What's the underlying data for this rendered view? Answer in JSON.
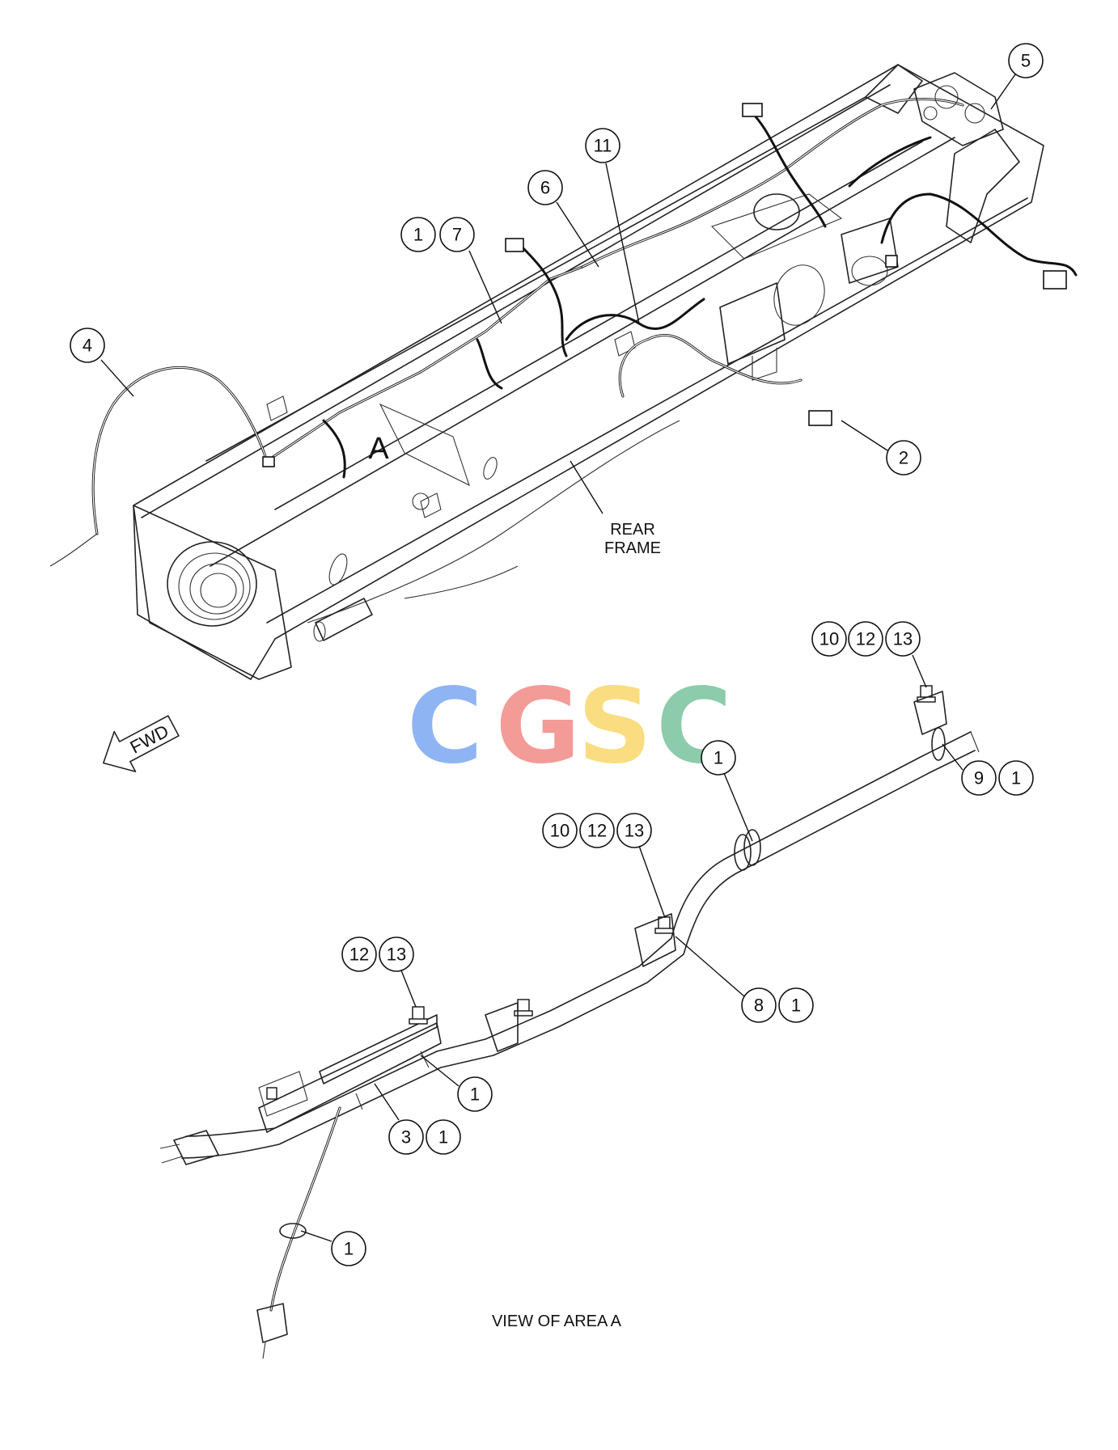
{
  "labels": {
    "area_marker": "A",
    "rear_frame": [
      "REAR",
      "FRAME"
    ],
    "fwd": "FWD",
    "view_caption": "VIEW OF AREA A"
  },
  "watermark": {
    "letters": [
      "C",
      "G",
      "S",
      "C"
    ],
    "colors": [
      "#8fb4f3",
      "#f29b97",
      "#f9dd80",
      "#8ccbab"
    ]
  },
  "callouts": [
    {
      "id": "c-1",
      "numbers": [
        "1"
      ]
    },
    {
      "id": "c-7",
      "numbers": [
        "7"
      ]
    },
    {
      "id": "c-6",
      "numbers": [
        "6"
      ]
    },
    {
      "id": "c-11",
      "numbers": [
        "11"
      ]
    },
    {
      "id": "c-5",
      "numbers": [
        "5"
      ]
    },
    {
      "id": "c-4",
      "numbers": [
        "4"
      ]
    },
    {
      "id": "c-2",
      "numbers": [
        "2"
      ]
    },
    {
      "id": "c-10-12-13-right",
      "numbers": [
        "10",
        "12",
        "13"
      ]
    },
    {
      "id": "c-9-1",
      "numbers": [
        "9",
        "1"
      ]
    },
    {
      "id": "c-1-upper",
      "numbers": [
        "1"
      ]
    },
    {
      "id": "c-10-12-13-mid",
      "numbers": [
        "10",
        "12",
        "13"
      ]
    },
    {
      "id": "c-8-1",
      "numbers": [
        "8",
        "1"
      ]
    },
    {
      "id": "c-12-13",
      "numbers": [
        "12",
        "13"
      ]
    },
    {
      "id": "c-1-clip",
      "numbers": [
        "1"
      ]
    },
    {
      "id": "c-3-1",
      "numbers": [
        "3",
        "1"
      ]
    },
    {
      "id": "c-1-lower",
      "numbers": [
        "1"
      ]
    }
  ]
}
